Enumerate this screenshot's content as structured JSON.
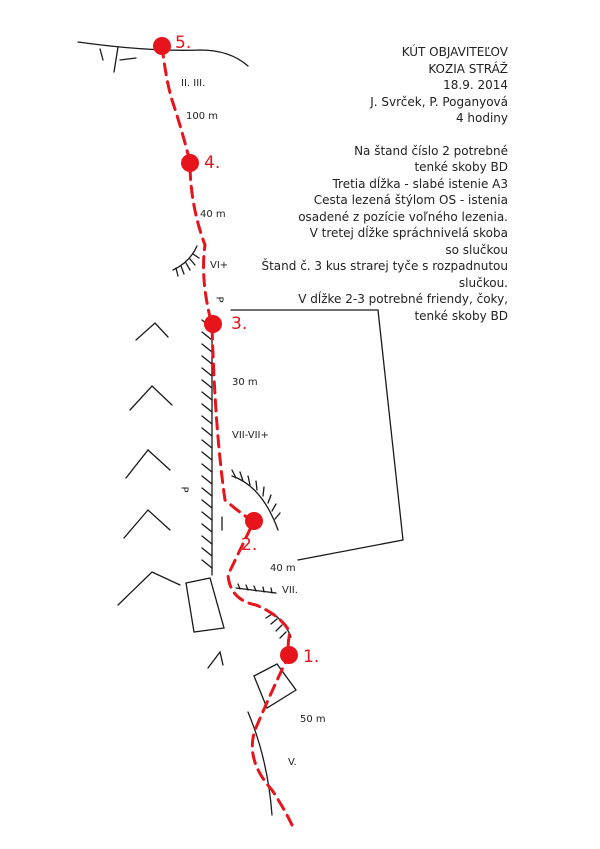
{
  "header": {
    "title": "KÚT OBJAVITEĽOV",
    "subtitle": "KOZIA STRÁŽ",
    "date": "18.9. 2014",
    "authors": "J. Svrček, P. Poganyová",
    "duration": "4 hodiny"
  },
  "notes": [
    "Na štand číslo 2 potrebné",
    "tenké skoby BD",
    "Tretia dĺžka - slabé istenie A3",
    "Cesta lezená štýlom OS - istenia",
    "osadené z pozície voľného lezenia.",
    "V tretej dĺžke spráchnivelá skoba",
    "so slučkou",
    "Štand č. 3 kus strarej tyče s rozpadnutou",
    "slučkou.",
    "V dĺžke 2-3 potrebné friendy, čoky,",
    "tenké skoby BD"
  ],
  "pitches": {
    "p1_grade": "V.",
    "p1_length": "50 m",
    "p2_grade": "VII.",
    "p2_length": "40 m",
    "p3_grade": "VII-VII+",
    "p3_length": "30 m",
    "p4_grade": "VI+",
    "p4_length": "40 m",
    "p5_grade": "II. III.",
    "p5_length": "100 m"
  },
  "belays": [
    "1.",
    "2.",
    "3.",
    "4.",
    "5."
  ],
  "markers": {
    "piton_a": "P",
    "piton_b": "P"
  },
  "colors": {
    "route": "#e8141b",
    "ink": "#1a1a1a"
  }
}
